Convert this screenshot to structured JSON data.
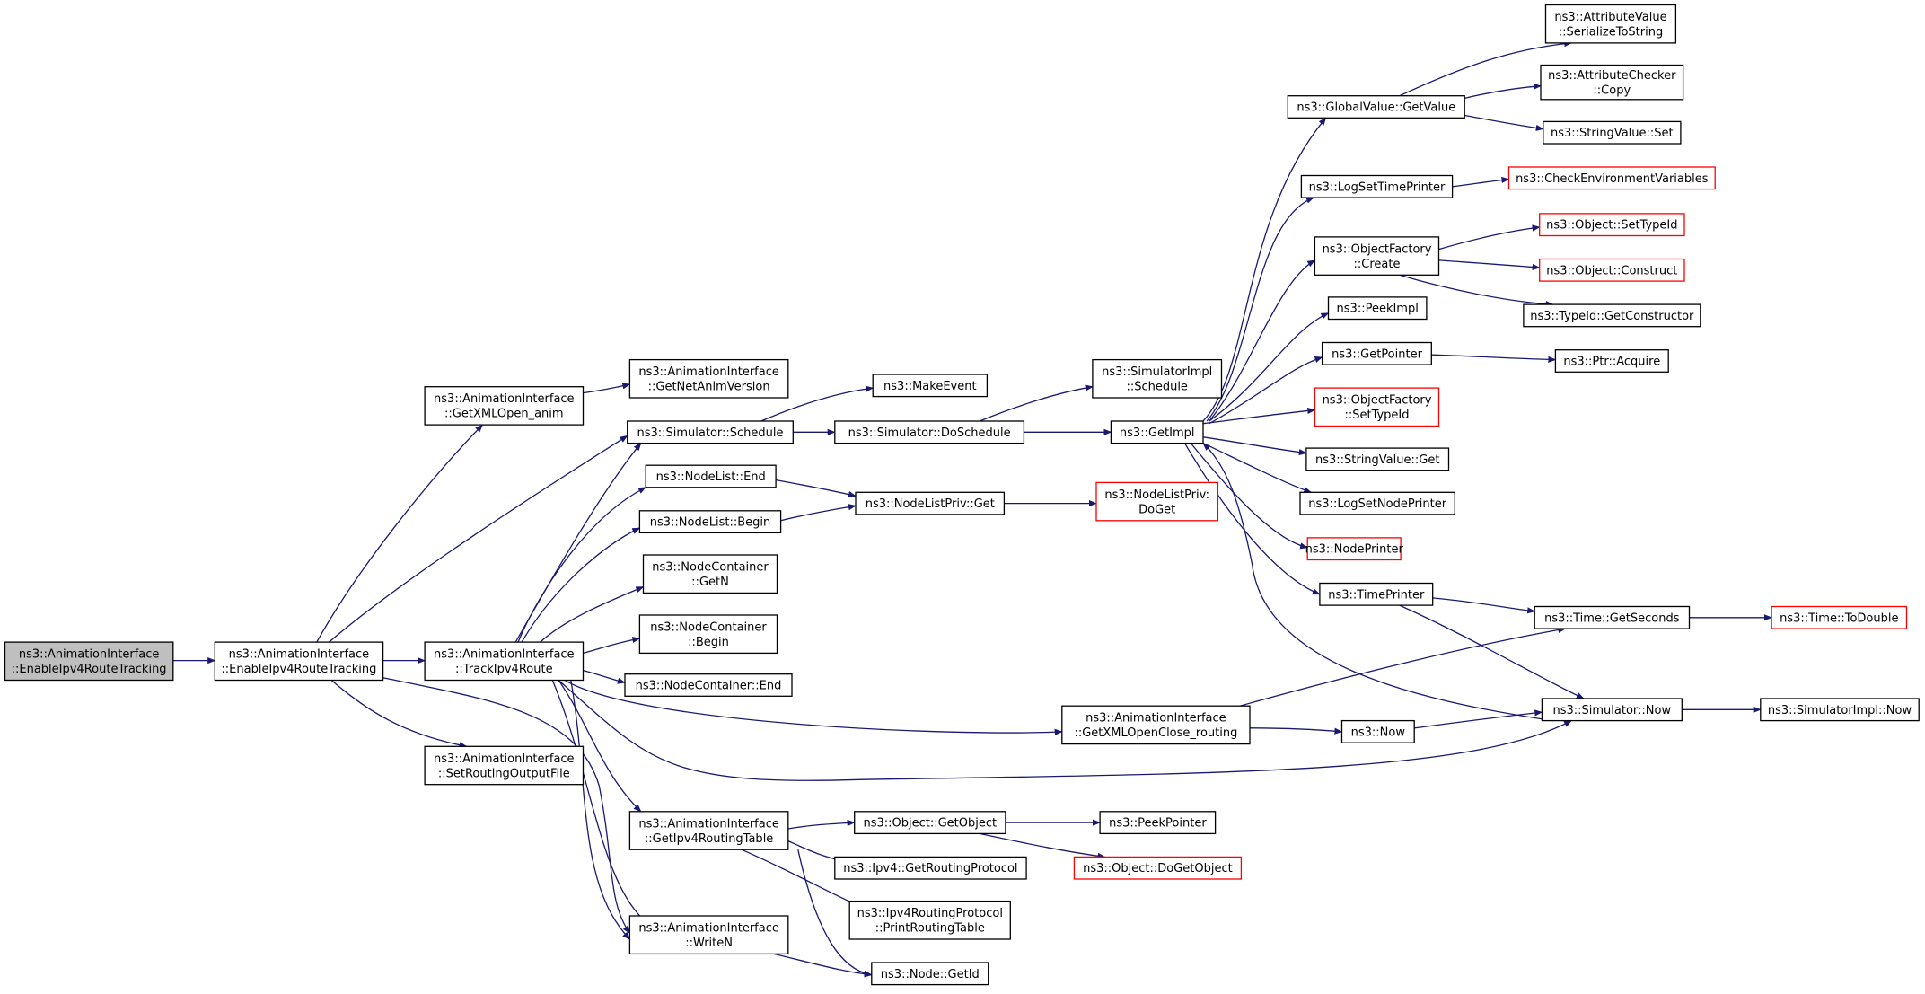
{
  "colors": {
    "edge": "#191970",
    "border_normal": "#000000",
    "border_truncated": "#ff0000",
    "fill_root": "#bfbfbf",
    "fill_normal": "#ffffff"
  },
  "nodes": [
    {
      "id": "root",
      "lines": [
        "ns3::AnimationInterface",
        "::EnableIpv4RouteTracking"
      ],
      "style": "root"
    },
    {
      "id": "enable",
      "lines": [
        "ns3::AnimationInterface",
        "::EnableIpv4RouteTracking"
      ],
      "style": "normal"
    },
    {
      "id": "getxmlopen_anim",
      "lines": [
        "ns3::AnimationInterface",
        "::GetXMLOpen_anim"
      ],
      "style": "normal"
    },
    {
      "id": "track",
      "lines": [
        "ns3::AnimationInterface",
        "::TrackIpv4Route"
      ],
      "style": "normal"
    },
    {
      "id": "setrouting",
      "lines": [
        "ns3::AnimationInterface",
        "::SetRoutingOutputFile"
      ],
      "style": "normal"
    },
    {
      "id": "getnetanim",
      "lines": [
        "ns3::AnimationInterface",
        "::GetNetAnimVersion"
      ],
      "style": "normal"
    },
    {
      "id": "schedule",
      "lines": [
        "ns3::Simulator::Schedule"
      ],
      "style": "normal"
    },
    {
      "id": "nl_end",
      "lines": [
        "ns3::NodeList::End"
      ],
      "style": "normal"
    },
    {
      "id": "nl_begin",
      "lines": [
        "ns3::NodeList::Begin"
      ],
      "style": "normal"
    },
    {
      "id": "nc_getn",
      "lines": [
        "ns3::NodeContainer",
        "::GetN"
      ],
      "style": "normal"
    },
    {
      "id": "nc_begin",
      "lines": [
        "ns3::NodeContainer",
        "::Begin"
      ],
      "style": "normal"
    },
    {
      "id": "nc_end",
      "lines": [
        "ns3::NodeContainer::End"
      ],
      "style": "normal"
    },
    {
      "id": "getipv4rt",
      "lines": [
        "ns3::AnimationInterface",
        "::GetIpv4RoutingTable"
      ],
      "style": "normal"
    },
    {
      "id": "writen",
      "lines": [
        "ns3::AnimationInterface",
        "::WriteN"
      ],
      "style": "normal"
    },
    {
      "id": "makeevent",
      "lines": [
        "ns3::MakeEvent"
      ],
      "style": "normal"
    },
    {
      "id": "doschedule",
      "lines": [
        "ns3::Simulator::DoSchedule"
      ],
      "style": "normal"
    },
    {
      "id": "nlp_get",
      "lines": [
        "ns3::NodeListPriv::Get"
      ],
      "style": "normal"
    },
    {
      "id": "getxmlroute",
      "lines": [
        "ns3::AnimationInterface",
        "::GetXMLOpenClose_routing"
      ],
      "style": "normal"
    },
    {
      "id": "obj_getobject",
      "lines": [
        "ns3::Object::GetObject"
      ],
      "style": "normal"
    },
    {
      "id": "ipv4_getrp",
      "lines": [
        "ns3::Ipv4::GetRoutingProtocol"
      ],
      "style": "normal"
    },
    {
      "id": "ipv4rp_print",
      "lines": [
        "ns3::Ipv4RoutingProtocol",
        "::PrintRoutingTable"
      ],
      "style": "normal"
    },
    {
      "id": "node_getid",
      "lines": [
        "ns3::Node::GetId"
      ],
      "style": "normal"
    },
    {
      "id": "simimpl_sched",
      "lines": [
        "ns3::SimulatorImpl",
        "::Schedule"
      ],
      "style": "normal"
    },
    {
      "id": "getimpl",
      "lines": [
        "ns3::GetImpl"
      ],
      "style": "normal"
    },
    {
      "id": "nlp_doget",
      "lines": [
        "ns3::NodeListPriv:",
        "DoGet"
      ],
      "style": "truncated"
    },
    {
      "id": "now",
      "lines": [
        "ns3::Now"
      ],
      "style": "normal"
    },
    {
      "id": "peekpointer",
      "lines": [
        "ns3::PeekPointer"
      ],
      "style": "normal"
    },
    {
      "id": "obj_dogetobject",
      "lines": [
        "ns3::Object::DoGetObject"
      ],
      "style": "truncated"
    },
    {
      "id": "gv_getvalue",
      "lines": [
        "ns3::GlobalValue::GetValue"
      ],
      "style": "normal"
    },
    {
      "id": "logsettime",
      "lines": [
        "ns3::LogSetTimePrinter"
      ],
      "style": "normal"
    },
    {
      "id": "of_create",
      "lines": [
        "ns3::ObjectFactory",
        "::Create"
      ],
      "style": "normal"
    },
    {
      "id": "peekimpl",
      "lines": [
        "ns3::PeekImpl"
      ],
      "style": "normal"
    },
    {
      "id": "getpointer",
      "lines": [
        "ns3::GetPointer"
      ],
      "style": "normal"
    },
    {
      "id": "of_settypeid",
      "lines": [
        "ns3::ObjectFactory",
        "::SetTypeId"
      ],
      "style": "truncated"
    },
    {
      "id": "sv_get",
      "lines": [
        "ns3::StringValue::Get"
      ],
      "style": "normal"
    },
    {
      "id": "logsetnode",
      "lines": [
        "ns3::LogSetNodePrinter"
      ],
      "style": "normal"
    },
    {
      "id": "nodeprinter",
      "lines": [
        "ns3::NodePrinter"
      ],
      "style": "truncated"
    },
    {
      "id": "timeprinter",
      "lines": [
        "ns3::TimePrinter"
      ],
      "style": "normal"
    },
    {
      "id": "time_getsec",
      "lines": [
        "ns3::Time::GetSeconds"
      ],
      "style": "normal"
    },
    {
      "id": "sim_now",
      "lines": [
        "ns3::Simulator::Now"
      ],
      "style": "normal"
    },
    {
      "id": "av_serialize",
      "lines": [
        "ns3::AttributeValue",
        "::SerializeToString"
      ],
      "style": "normal"
    },
    {
      "id": "ac_copy",
      "lines": [
        "ns3::AttributeChecker",
        "::Copy"
      ],
      "style": "normal"
    },
    {
      "id": "sv_set",
      "lines": [
        "ns3::StringValue::Set"
      ],
      "style": "normal"
    },
    {
      "id": "checkenv",
      "lines": [
        "ns3::CheckEnvironmentVariables"
      ],
      "style": "truncated"
    },
    {
      "id": "obj_settypeid",
      "lines": [
        "ns3::Object::SetTypeId"
      ],
      "style": "truncated"
    },
    {
      "id": "obj_construct",
      "lines": [
        "ns3::Object::Construct"
      ],
      "style": "truncated"
    },
    {
      "id": "typeid_getctor",
      "lines": [
        "ns3::TypeId::GetConstructor"
      ],
      "style": "normal"
    },
    {
      "id": "ptr_acquire",
      "lines": [
        "ns3::Ptr::Acquire"
      ],
      "style": "normal"
    },
    {
      "id": "time_todouble",
      "lines": [
        "ns3::Time::ToDouble"
      ],
      "style": "truncated"
    },
    {
      "id": "simimpl_now",
      "lines": [
        "ns3::SimulatorImpl::Now"
      ],
      "style": "normal"
    }
  ],
  "edges": [
    {
      "from": "root",
      "to": "enable"
    },
    {
      "from": "enable",
      "to": "getxmlopen_anim"
    },
    {
      "from": "enable",
      "to": "schedule"
    },
    {
      "from": "enable",
      "to": "track"
    },
    {
      "from": "enable",
      "to": "setrouting"
    },
    {
      "from": "enable",
      "to": "writen"
    },
    {
      "from": "getxmlopen_anim",
      "to": "getnetanim"
    },
    {
      "from": "track",
      "to": "schedule"
    },
    {
      "from": "track",
      "to": "nl_end"
    },
    {
      "from": "track",
      "to": "nl_begin"
    },
    {
      "from": "track",
      "to": "nc_getn"
    },
    {
      "from": "track",
      "to": "nc_begin"
    },
    {
      "from": "track",
      "to": "nc_end"
    },
    {
      "from": "track",
      "to": "getxmlroute"
    },
    {
      "from": "track",
      "to": "sim_now"
    },
    {
      "from": "track",
      "to": "getipv4rt"
    },
    {
      "from": "track",
      "to": "writen"
    },
    {
      "from": "track",
      "to": "node_getid"
    },
    {
      "from": "schedule",
      "to": "makeevent"
    },
    {
      "from": "schedule",
      "to": "doschedule"
    },
    {
      "from": "doschedule",
      "to": "simimpl_sched"
    },
    {
      "from": "doschedule",
      "to": "getimpl"
    },
    {
      "from": "nl_end",
      "to": "nlp_get"
    },
    {
      "from": "nl_begin",
      "to": "nlp_get"
    },
    {
      "from": "nlp_get",
      "to": "nlp_doget"
    },
    {
      "from": "getxmlroute",
      "to": "time_getsec"
    },
    {
      "from": "getxmlroute",
      "to": "now"
    },
    {
      "from": "now",
      "to": "sim_now"
    },
    {
      "from": "getipv4rt",
      "to": "obj_getobject"
    },
    {
      "from": "getipv4rt",
      "to": "ipv4_getrp"
    },
    {
      "from": "getipv4rt",
      "to": "ipv4rp_print"
    },
    {
      "from": "getipv4rt",
      "to": "node_getid"
    },
    {
      "from": "obj_getobject",
      "to": "peekpointer"
    },
    {
      "from": "obj_getobject",
      "to": "obj_dogetobject"
    },
    {
      "from": "getimpl",
      "to": "gv_getvalue"
    },
    {
      "from": "getimpl",
      "to": "logsettime"
    },
    {
      "from": "getimpl",
      "to": "of_create"
    },
    {
      "from": "getimpl",
      "to": "peekimpl"
    },
    {
      "from": "getimpl",
      "to": "getpointer"
    },
    {
      "from": "getimpl",
      "to": "of_settypeid"
    },
    {
      "from": "getimpl",
      "to": "sv_get"
    },
    {
      "from": "getimpl",
      "to": "logsetnode"
    },
    {
      "from": "getimpl",
      "to": "nodeprinter"
    },
    {
      "from": "getimpl",
      "to": "timeprinter"
    },
    {
      "from": "sim_now",
      "to": "getimpl"
    },
    {
      "from": "sim_now",
      "to": "simimpl_now"
    },
    {
      "from": "gv_getvalue",
      "to": "av_serialize"
    },
    {
      "from": "gv_getvalue",
      "to": "ac_copy"
    },
    {
      "from": "gv_getvalue",
      "to": "sv_set"
    },
    {
      "from": "logsettime",
      "to": "checkenv"
    },
    {
      "from": "of_create",
      "to": "obj_settypeid"
    },
    {
      "from": "of_create",
      "to": "obj_construct"
    },
    {
      "from": "of_create",
      "to": "typeid_getctor"
    },
    {
      "from": "getpointer",
      "to": "ptr_acquire"
    },
    {
      "from": "timeprinter",
      "to": "time_getsec"
    },
    {
      "from": "timeprinter",
      "to": "sim_now"
    },
    {
      "from": "time_getsec",
      "to": "time_todouble"
    }
  ]
}
